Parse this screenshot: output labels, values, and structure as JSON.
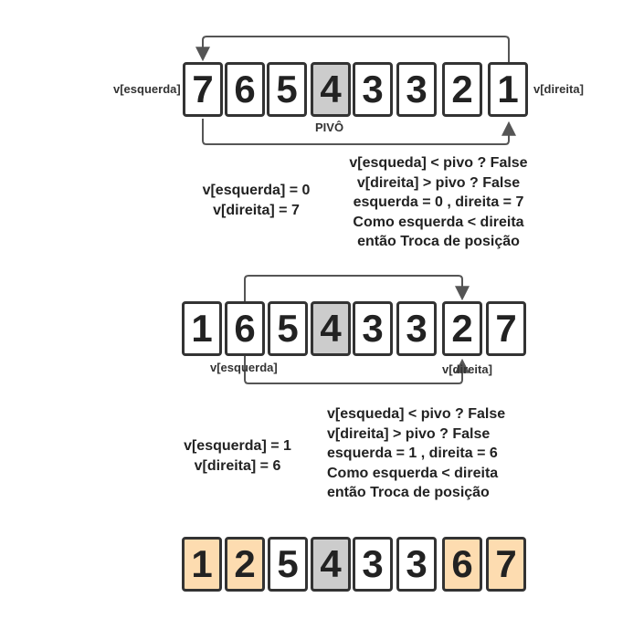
{
  "row1": {
    "cells": [
      {
        "value": "7",
        "state": "normal"
      },
      {
        "value": "6",
        "state": "normal"
      },
      {
        "value": "5",
        "state": "normal"
      },
      {
        "value": "4",
        "state": "pivot"
      },
      {
        "value": "3",
        "state": "normal"
      },
      {
        "value": "3",
        "state": "normal"
      },
      {
        "value": "2",
        "state": "normal"
      },
      {
        "value": "1",
        "state": "normal"
      }
    ],
    "left_label": "v[esquerda]",
    "right_label": "v[direita]",
    "pivot_label": "PIVÔ"
  },
  "step1": {
    "state_lines": [
      "v[esquerda] = 0",
      "v[direita] = 7"
    ],
    "check_lines": [
      "v[esqueda] < pivo ? False",
      "v[direita] > pivo ? False",
      "esquerda = 0 , direita = 7",
      "Como esquerda < direita",
      "então Troca de posição"
    ]
  },
  "row2": {
    "cells": [
      {
        "value": "1",
        "state": "normal"
      },
      {
        "value": "6",
        "state": "normal"
      },
      {
        "value": "5",
        "state": "normal"
      },
      {
        "value": "4",
        "state": "pivot"
      },
      {
        "value": "3",
        "state": "normal"
      },
      {
        "value": "3",
        "state": "normal"
      },
      {
        "value": "2",
        "state": "normal"
      },
      {
        "value": "7",
        "state": "normal"
      }
    ],
    "left_label": "v[esquerda]",
    "right_label": "v[direita]"
  },
  "step2": {
    "state_lines": [
      "v[esquerda] = 1",
      "v[direita] = 6"
    ],
    "check_lines": [
      "v[esqueda] < pivo ? False",
      "v[direita] > pivo ? False",
      "esquerda = 1 , direita = 6",
      "Como esquerda < direita",
      "então Troca de posição"
    ]
  },
  "row3": {
    "cells": [
      {
        "value": "1",
        "state": "swapped"
      },
      {
        "value": "2",
        "state": "swapped"
      },
      {
        "value": "5",
        "state": "normal"
      },
      {
        "value": "4",
        "state": "pivot"
      },
      {
        "value": "3",
        "state": "normal"
      },
      {
        "value": "3",
        "state": "normal"
      },
      {
        "value": "6",
        "state": "swapped"
      },
      {
        "value": "7",
        "state": "swapped"
      }
    ]
  },
  "colors": {
    "pivot": "#cccccc",
    "swapped": "#fddcb0",
    "border": "#333333"
  }
}
